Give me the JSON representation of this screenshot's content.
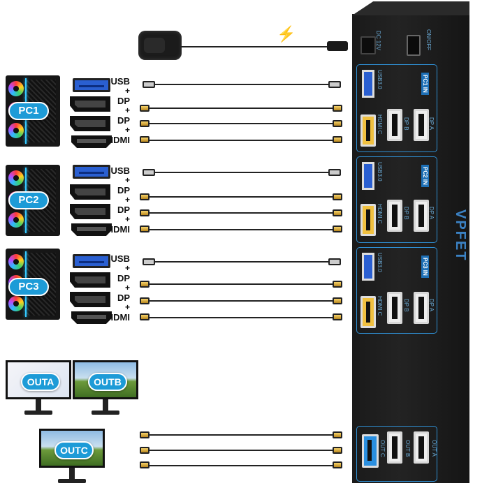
{
  "power": {
    "bolt_icon": "lightning-bolt-icon"
  },
  "device": {
    "brand": "VPFET",
    "power_labels": {
      "dc": "DC 12V",
      "switch": "ON/OFF"
    },
    "inputs": [
      {
        "tag": "PC1 IN",
        "usb": "USB3.0",
        "hdmi": "HDMI C",
        "dpb": "DP B",
        "dpa": "DP A"
      },
      {
        "tag": "PC2 IN",
        "usb": "USB3.0",
        "hdmi": "HDMI C",
        "dpb": "DP B",
        "dpa": "DP A"
      },
      {
        "tag": "PC3 IN",
        "usb": "USB3.0",
        "hdmi": "HDMI C",
        "dpb": "DP B",
        "dpa": "DP A"
      }
    ],
    "outputs": {
      "c": "OUT C",
      "b": "OUT B",
      "a": "OUT A"
    }
  },
  "pcs": [
    {
      "name": "PC1",
      "ports": [
        "USB",
        "DP",
        "DP",
        "HDMI"
      ]
    },
    {
      "name": "PC2",
      "ports": [
        "USB",
        "DP",
        "DP",
        "HDMI"
      ]
    },
    {
      "name": "PC3",
      "ports": [
        "USB",
        "DP",
        "DP",
        "HDMI"
      ]
    }
  ],
  "plus": "+",
  "monitors": {
    "a": "OUTA",
    "b": "OUTB",
    "c": "OUTC"
  }
}
